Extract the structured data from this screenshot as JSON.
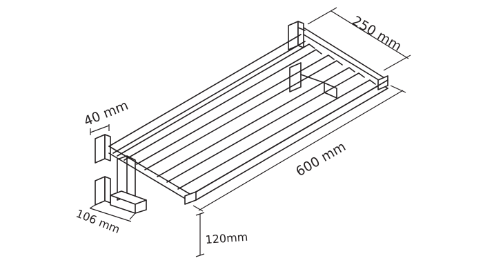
{
  "dimensions": {
    "depth": "250 mm",
    "length": "600 mm",
    "bracket_width": "40 mm",
    "bracket_projection": "106 mm",
    "height": "120mm"
  },
  "colors": {
    "line": "#231f20",
    "background": "#ffffff"
  }
}
